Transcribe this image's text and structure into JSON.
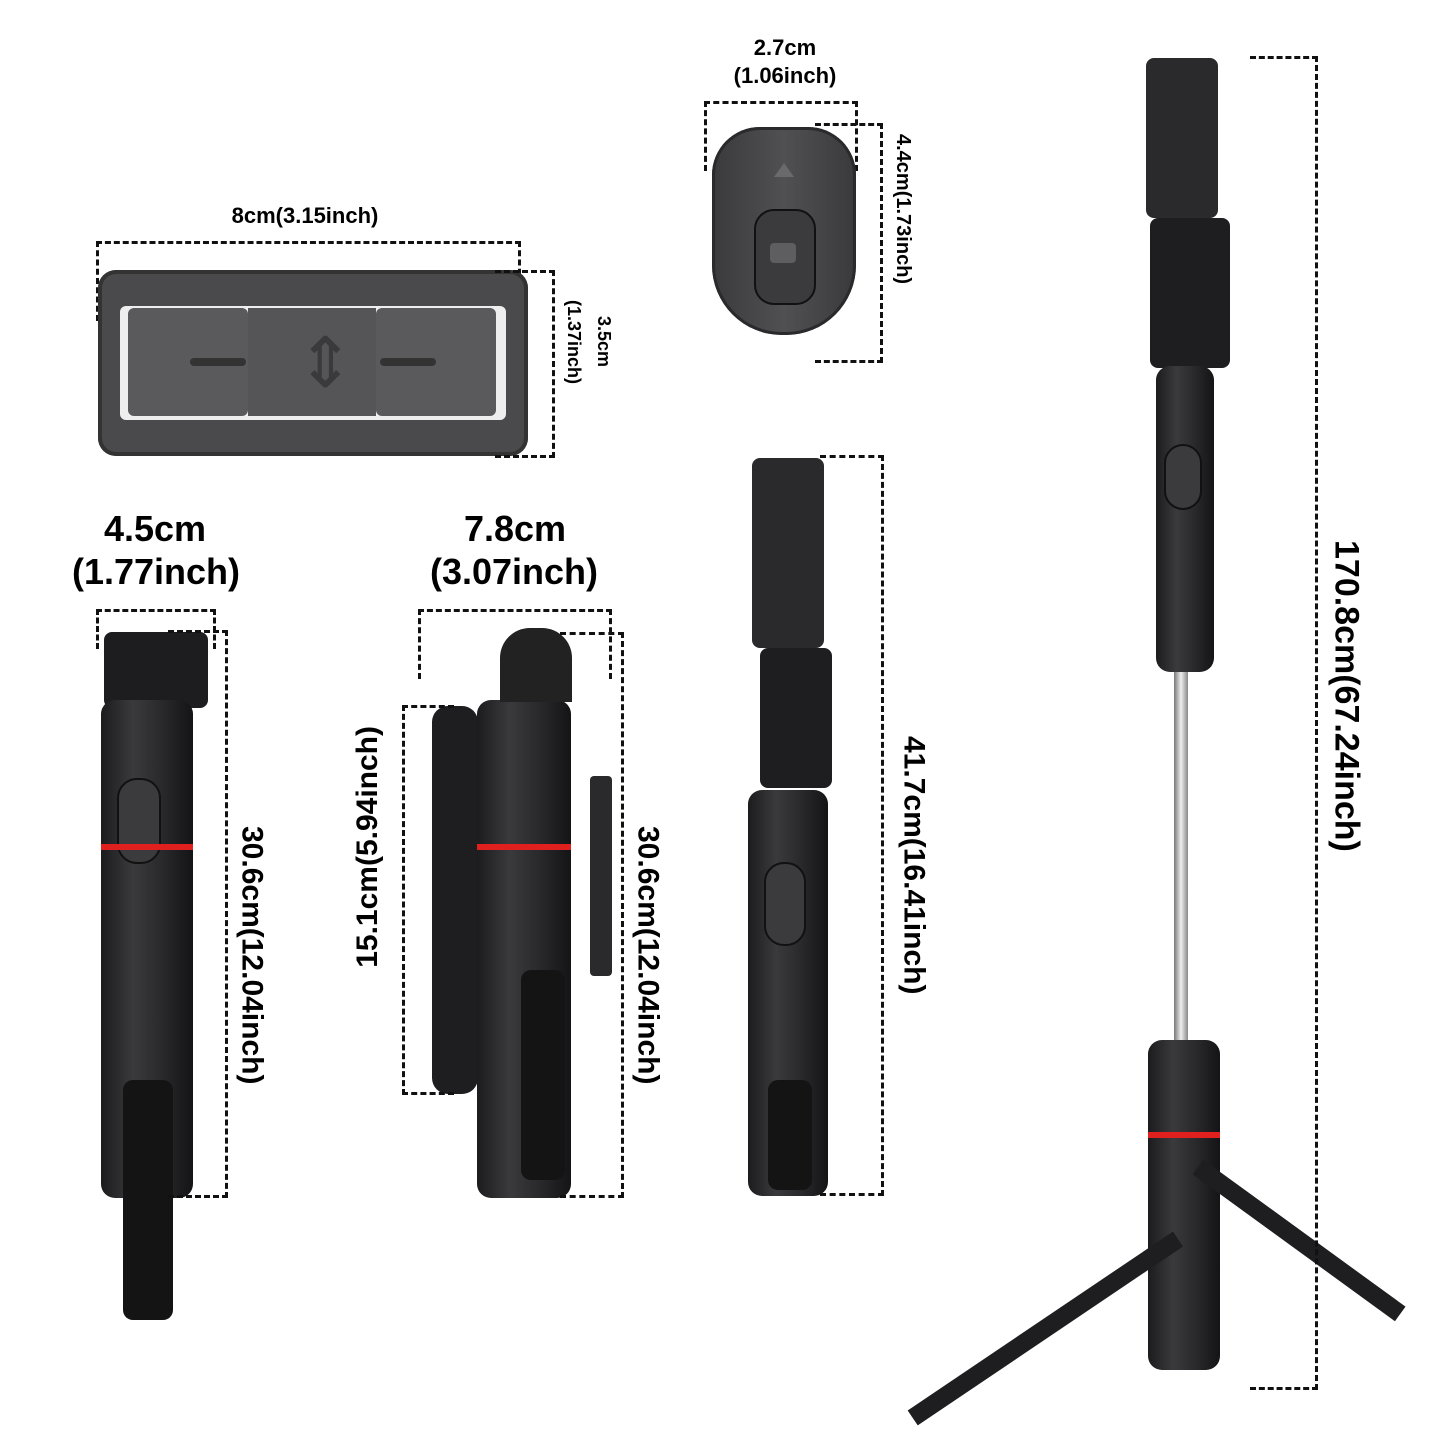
{
  "labels": {
    "clamp_width": "8cm(3.15inch)",
    "clamp_height_cm": "3.5cm",
    "clamp_height_in": "(1.37inch)",
    "remote_width_cm": "2.7cm",
    "remote_width_in": "(1.06inch)",
    "remote_height": "4.4cm(1.73inch)",
    "folded_width_cm": "4.5cm",
    "folded_width_in": "(1.77inch)",
    "side_width_cm": "7.8cm",
    "side_width_in": "(3.07inch)",
    "folded_length_left": "30.6cm(12.04inch)",
    "leg_length": "15.1cm(5.94inch)",
    "folded_length_side": "30.6cm(12.04inch)",
    "selfie_length": "41.7cm(16.41inch)",
    "tripod_height": "170.8cm(67.24inch)"
  },
  "colors": {
    "accent_red": "#e0201f",
    "body_dark": "#1c1c1e",
    "dash": "#111111"
  }
}
